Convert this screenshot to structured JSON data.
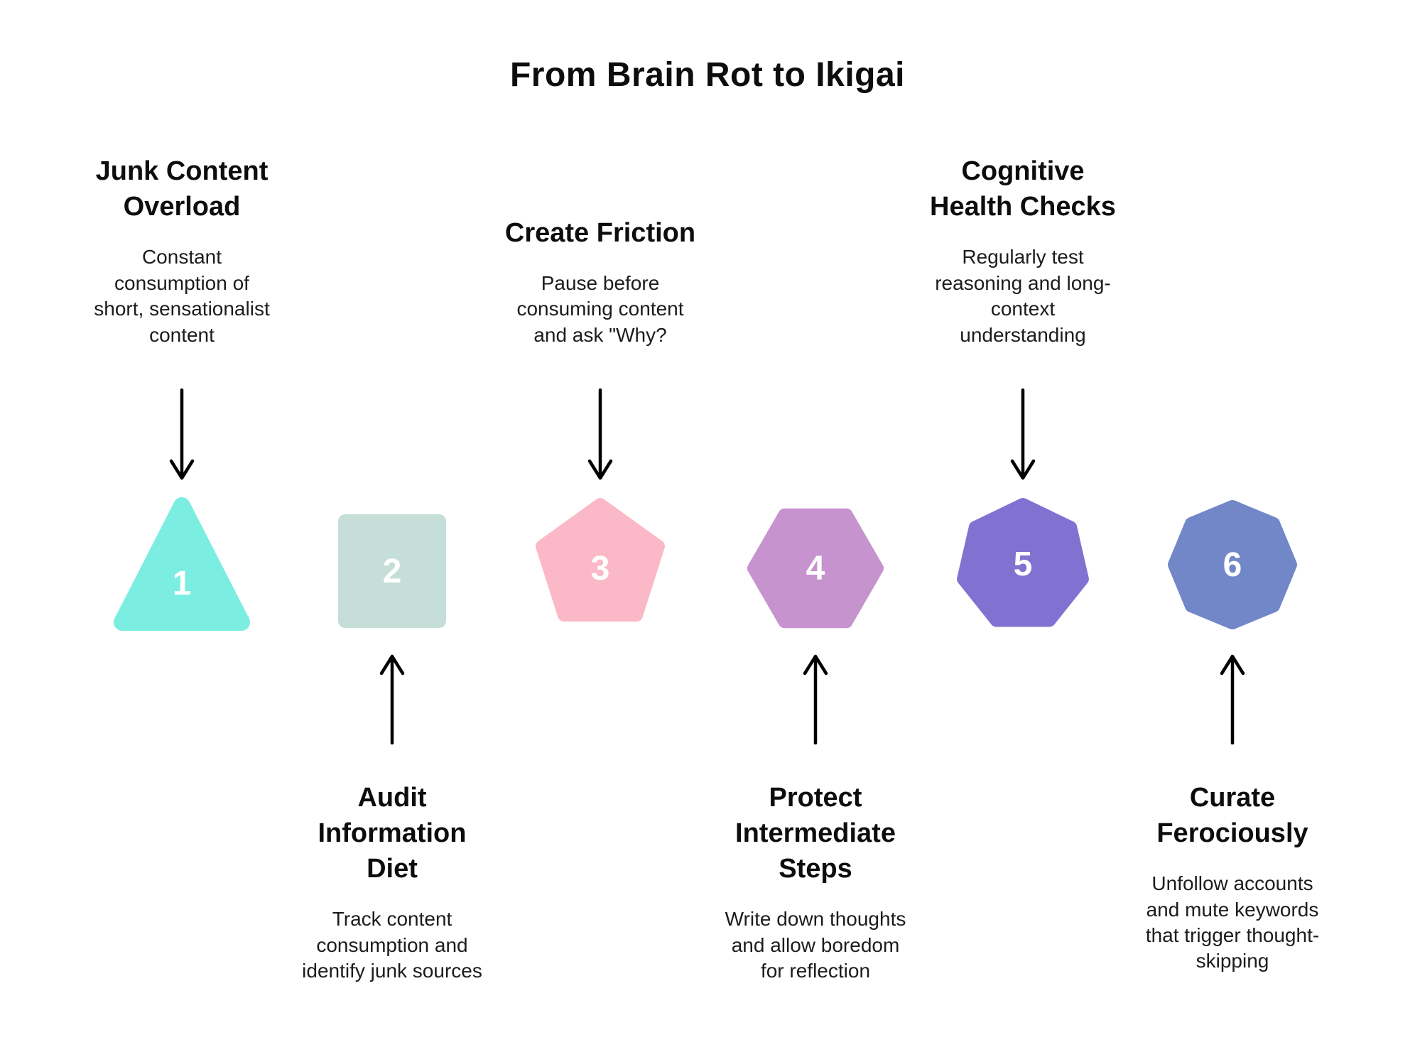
{
  "title": "From Brain Rot to Ikigai",
  "arrow_color": "#000000",
  "steps": [
    {
      "number": "1",
      "shape": "triangle",
      "color": "#7BEDE1",
      "heading": "Junk Content\nOverload",
      "body": "Constant\nconsumption of\nshort, sensationalist\ncontent"
    },
    {
      "number": "2",
      "shape": "square",
      "color": "#C5DED7",
      "heading": "Audit\nInformation\nDiet",
      "body": "Track content\nconsumption and\nidentify junk sources"
    },
    {
      "number": "3",
      "shape": "pentagon",
      "color": "#FBB9C7",
      "heading": "Create Friction",
      "body": "Pause before\nconsuming content\nand ask \"Why?"
    },
    {
      "number": "4",
      "shape": "hexagon",
      "color": "#C693CE",
      "heading": "Protect\nIntermediate\nSteps",
      "body": "Write down thoughts\nand allow boredom\nfor reflection"
    },
    {
      "number": "5",
      "shape": "heptagon",
      "color": "#8172D2",
      "heading": "Cognitive\nHealth Checks",
      "body": "Regularly test\nreasoning and long-\ncontext\nunderstanding"
    },
    {
      "number": "6",
      "shape": "octagon",
      "color": "#7187C8",
      "heading": "Curate\nFerociously",
      "body": "Unfollow accounts\nand mute keywords\nthat trigger thought-\nskipping"
    }
  ]
}
